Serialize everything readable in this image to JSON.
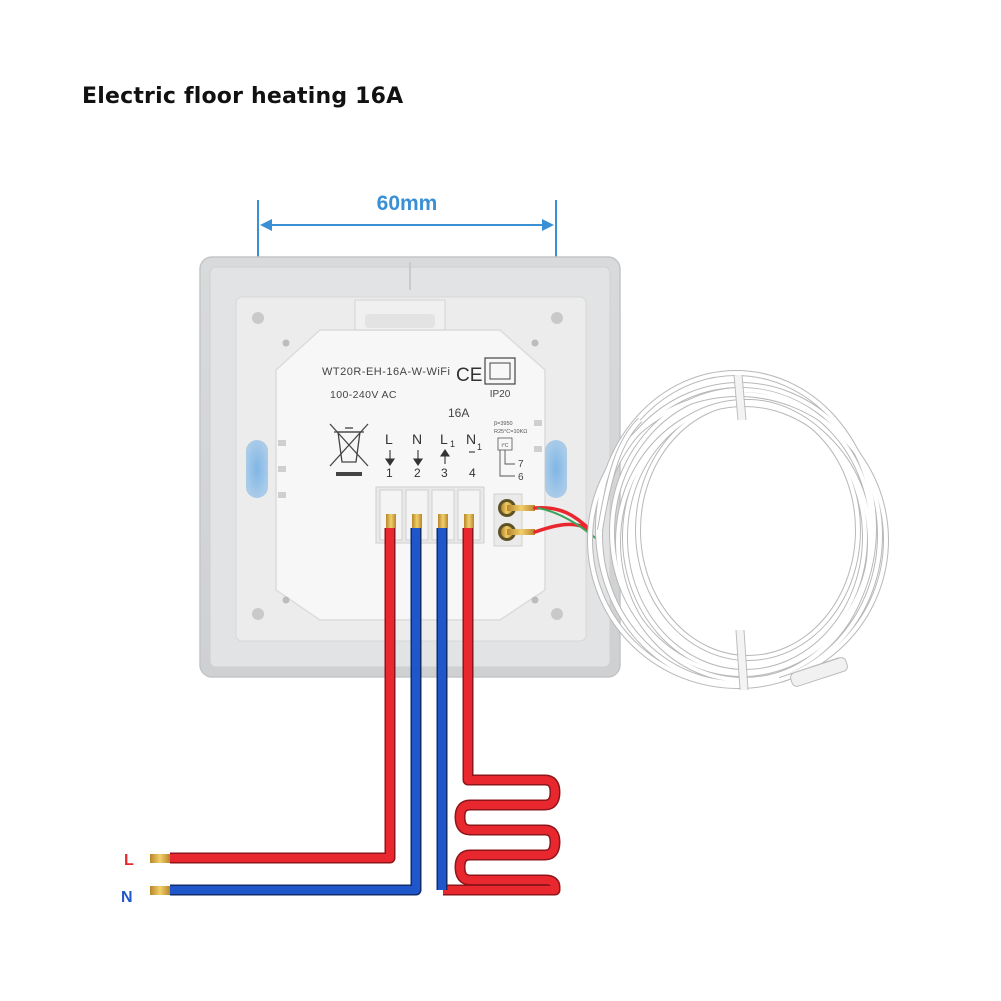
{
  "title": "Electric floor heating 16A",
  "dimension_label": "60mm",
  "device": {
    "model": "WT20R-EH-16A-W-WiFi",
    "ce_mark": "CE",
    "ip_rating": "IP20",
    "voltage": "100-240V AC",
    "current": "16A",
    "sensor_spec_1": "β=3950",
    "sensor_spec_2": "R25°C=10KΩ",
    "sensor_symbol": "t°C",
    "terminals": [
      {
        "label": "L",
        "number": "1"
      },
      {
        "label": "N",
        "number": "2"
      },
      {
        "label": "L",
        "sub": "1",
        "number": "3"
      },
      {
        "label": "N",
        "sub": "1",
        "number": "4"
      }
    ],
    "sensor_terminals": [
      "7",
      "6"
    ]
  },
  "wire_labels": {
    "live": "L",
    "neutral": "N"
  },
  "colors": {
    "live": "#e8272e",
    "neutral": "#1f56c9",
    "accent": "#3b8fd4",
    "wire_tip": "#d4a531"
  }
}
